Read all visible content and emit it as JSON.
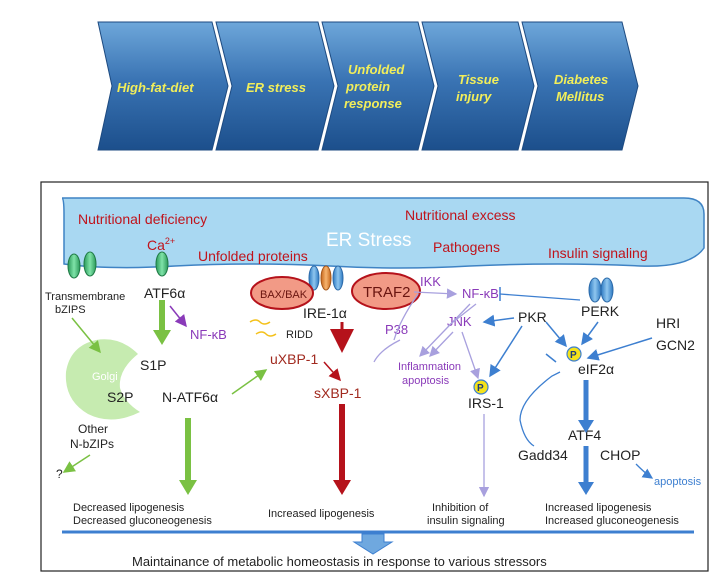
{
  "chevron_flow": {
    "steps": [
      {
        "label": "High-fat-diet"
      },
      {
        "label": "ER stress"
      },
      {
        "label_lines": [
          "Unfolded",
          "protein",
          "response"
        ]
      },
      {
        "label_lines": [
          "Tissue",
          "injury"
        ]
      },
      {
        "label_lines": [
          "Diabetes",
          "Mellitus"
        ]
      }
    ],
    "colors": {
      "fill_top": "#5f9bd0",
      "fill_bottom": "#1c4f8c",
      "text": "#f2ee5a"
    }
  },
  "diagram": {
    "er_membrane": {
      "title": "ER Stress",
      "fill": "#a9d8f2",
      "stroke": "#3f83c4"
    },
    "triggers": {
      "nutritional_deficiency": "Nutritional deficiency",
      "calcium": "Ca",
      "calcium_superscript": "2+",
      "unfolded_proteins": "Unfolded proteins",
      "nutritional_excess": "Nutritional excess",
      "pathogens": "Pathogens",
      "insulin_signaling": "Insulin signaling"
    },
    "nodes": {
      "transmembrane_line1": "Transmembrane",
      "transmembrane_line2": "bZIPS",
      "atf6": "ATF6α",
      "nfkb_left": "NF-κB",
      "golgi": "Golgi",
      "s1p": "S1P",
      "s2p": "S2P",
      "n_atf6": "N-ATF6α",
      "other_line1": "Other",
      "other_line2": "N-bZIPs",
      "question": "?",
      "bax_bak": "BAX/BAK",
      "ire1": "IRE-1α",
      "traf2": "TRAF2",
      "ikk": "IKK",
      "nfkb_right": "NF-κB",
      "ridd": "RIDD",
      "p38": "P38",
      "uxbp1": "uXBP-1",
      "sxbp1": "sXBP-1",
      "jnk": "JNK",
      "inflammation": "Inflammation",
      "apoptosis_mid": "apoptosis",
      "pkr": "PKR",
      "perk": "PERK",
      "phospho": "P",
      "irs1": "IRS-1",
      "hri": "HRI",
      "gcn2": "GCN2",
      "eif2a": "eIF2α",
      "atf4": "ATF4",
      "gadd34": "Gadd34",
      "chop": "CHOP",
      "apoptosis_right": "apoptosis"
    },
    "outcomes": {
      "left_line1": "Decreased lipogenesis",
      "left_line2": "Decreased gluconeogenesis",
      "middle": "Increased lipogenesis",
      "insulin_line1": "Inhibition of",
      "insulin_line2": "insulin signaling",
      "right_line1": "Increased lipogenesis",
      "right_line2": "Increased gluconeogenesis"
    },
    "footer": "Maintainance of metabolic homeostasis in response to various stressors",
    "colors": {
      "trigger_text": "#c0131b",
      "green": "#7ac143",
      "golgi": "#c6ebb0",
      "purple": "#8a3ab9",
      "lavender": "#a8a0de",
      "blue": "#3d7fd0",
      "dark_red": "#b5121b",
      "xbp_text": "#a12a1f",
      "ellipse_fill": "#f29a86",
      "orange_channel": "#e98b31",
      "yellow_p": "#f4e21a"
    }
  }
}
